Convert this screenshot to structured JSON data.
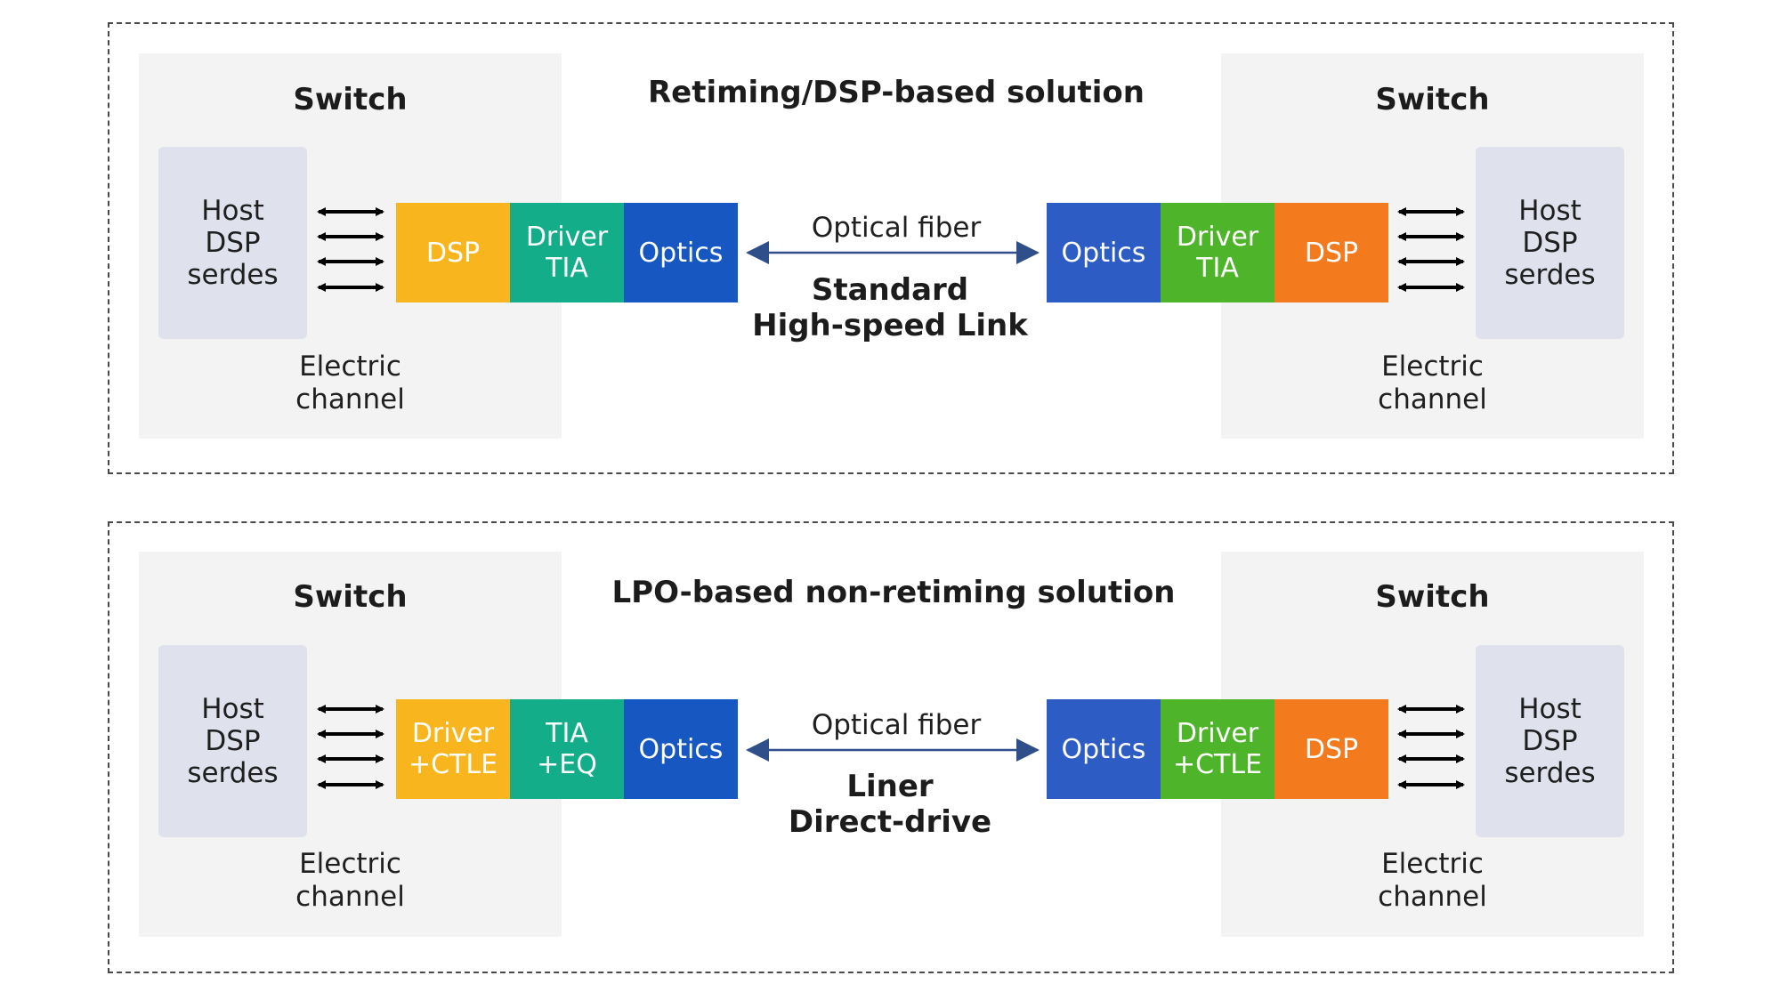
{
  "top": {
    "title": "Retiming/DSP-based solution",
    "left": {
      "switch": "Switch",
      "host": [
        "Host",
        "DSP",
        "serdes"
      ],
      "channel": [
        "Electric",
        "channel"
      ],
      "blocks": [
        {
          "lines": [
            "DSP"
          ],
          "color": "#F9B51E"
        },
        {
          "lines": [
            "Driver",
            "TIA"
          ],
          "color": "#13AD8A"
        },
        {
          "lines": [
            "Optics"
          ],
          "color": "#1657C2"
        }
      ]
    },
    "fiber": "Optical fiber",
    "link": [
      "Standard",
      "High-speed Link"
    ],
    "right": {
      "switch": "Switch",
      "host": [
        "Host",
        "DSP",
        "serdes"
      ],
      "channel": [
        "Electric",
        "channel"
      ],
      "blocks": [
        {
          "lines": [
            "Optics"
          ],
          "color": "#2D5CC4"
        },
        {
          "lines": [
            "Driver",
            "TIA"
          ],
          "color": "#4EB52B"
        },
        {
          "lines": [
            "DSP"
          ],
          "color": "#F47A1E"
        }
      ]
    }
  },
  "bottom": {
    "title": "LPO-based non-retiming solution",
    "left": {
      "switch": "Switch",
      "host": [
        "Host",
        "DSP",
        "serdes"
      ],
      "channel": [
        "Electric",
        "channel"
      ],
      "blocks": [
        {
          "lines": [
            "Driver",
            "+CTLE"
          ],
          "color": "#F9B51E"
        },
        {
          "lines": [
            "TIA",
            "+EQ"
          ],
          "color": "#13AD8A"
        },
        {
          "lines": [
            "Optics"
          ],
          "color": "#1657C2"
        }
      ]
    },
    "fiber": "Optical fiber",
    "link": [
      "Liner",
      "Direct-drive"
    ],
    "right": {
      "switch": "Switch",
      "host": [
        "Host",
        "DSP",
        "serdes"
      ],
      "channel": [
        "Electric",
        "channel"
      ],
      "blocks": [
        {
          "lines": [
            "Optics"
          ],
          "color": "#2D5CC4"
        },
        {
          "lines": [
            "Driver",
            "+CTLE"
          ],
          "color": "#4EB52B"
        },
        {
          "lines": [
            "DSP"
          ],
          "color": "#F47A1E"
        }
      ]
    }
  },
  "arrow_color": "#2F4F8A"
}
